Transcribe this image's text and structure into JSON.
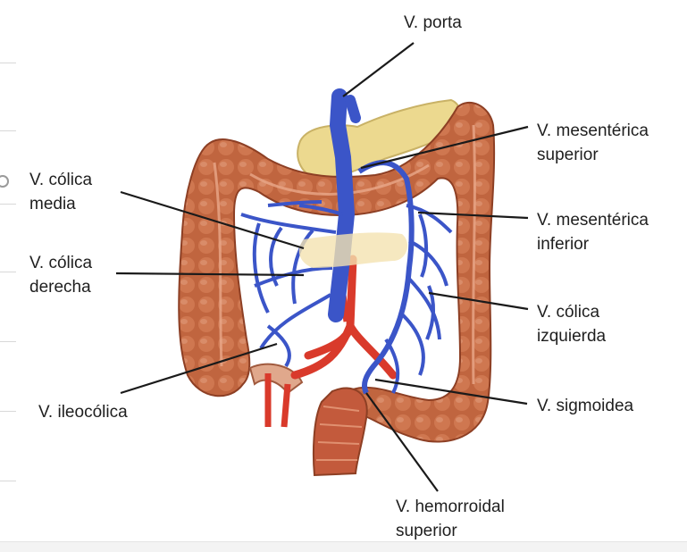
{
  "labels": {
    "porta": "V. porta",
    "mesenterica_superior": [
      "V. mesentérica",
      "superior"
    ],
    "mesenterica_inferior": [
      "V. mesentérica",
      "inferior"
    ],
    "colica_izquierda": [
      "V. cólica",
      "izquierda"
    ],
    "sigmoidea": "V. sigmoidea",
    "hemorroidal_superior": [
      "V. hemorroidal",
      "superior"
    ],
    "ileocolica": "V. ileocólica",
    "colica_derecha": [
      "V. cólica",
      "derecha"
    ],
    "colica_media": [
      "V. cólica",
      "media"
    ]
  },
  "colors": {
    "colon": "#c0653f",
    "colon_dark": "#8d3f24",
    "vein": "#3b55c8",
    "artery": "#d93a2b",
    "pancreas": "#ecd98f",
    "leader": "#1a1a1a"
  }
}
